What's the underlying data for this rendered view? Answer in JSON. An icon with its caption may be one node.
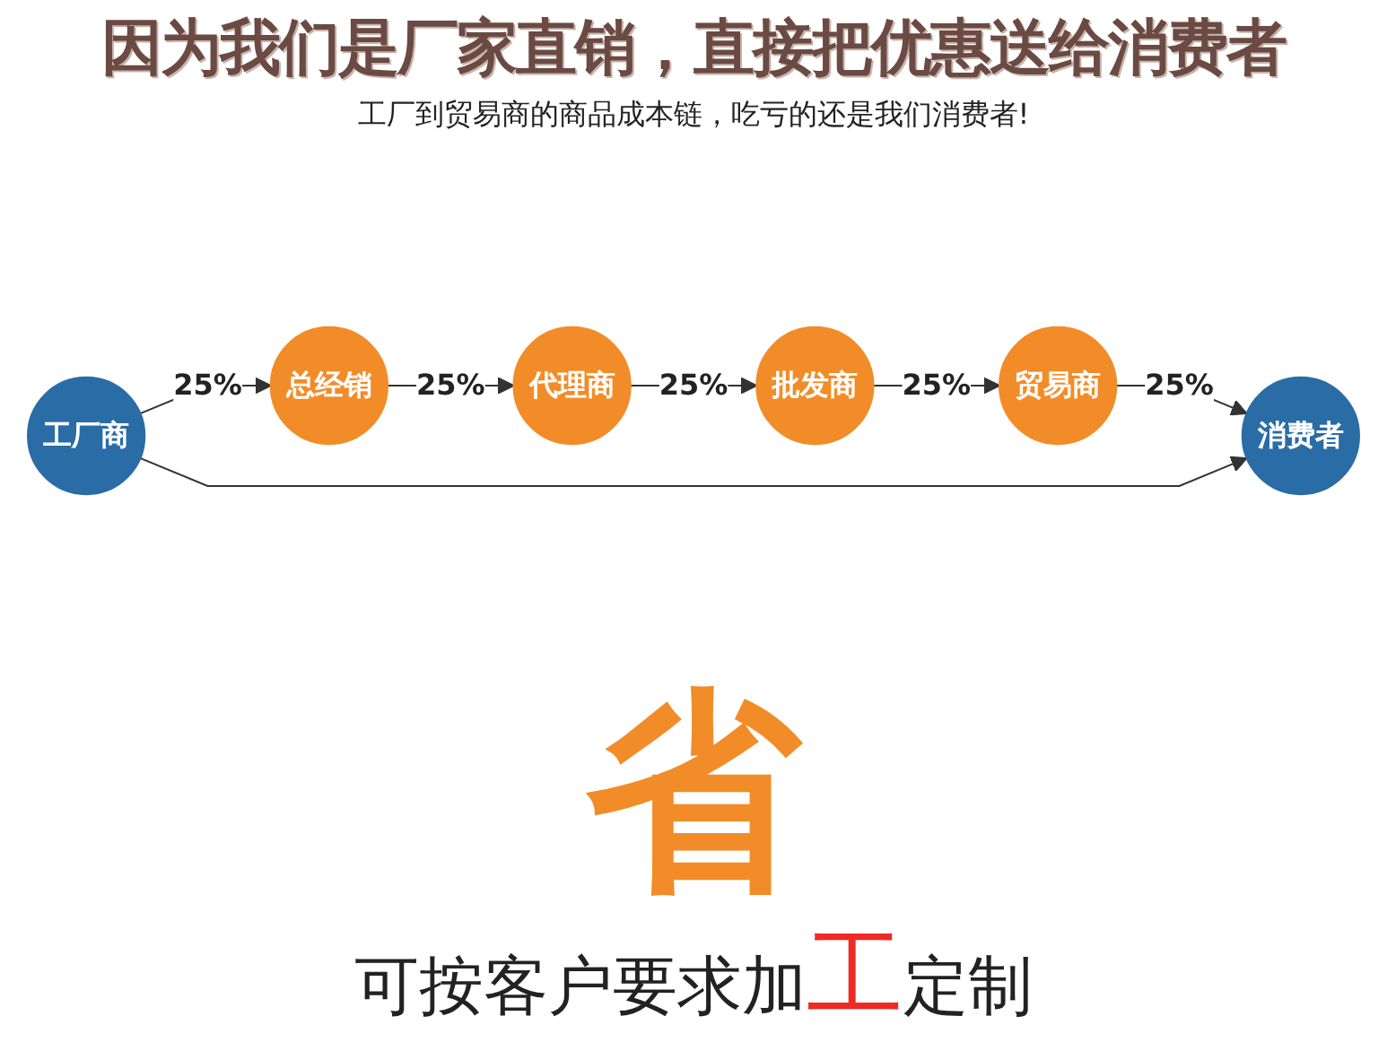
{
  "diagram": {
    "title": "因为我们是厂家直销，直接把优惠送给消费者",
    "caption": "可按客户要求加**工**定制",
    "nodes": [
      {
        "text": [
          "工厂商"
        ]
      },
      {
        "text": [
          "总经销"
        ]
      },
      {
        "text": [
          "代理商"
        ]
      },
      {
        "text": [
          "批发商"
        ]
      },
      {
        "text": [
          "贸易商"
        ]
      },
      {
        "text": [
          "消费者"
        ]
      }
    ],
    "edges": [
      {
        "from": 0,
        "to": 1,
        "arrow": "to",
        "label": "25%"
      },
      {
        "from": 1,
        "to": 2,
        "arrow": "to",
        "label": "25%"
      },
      {
        "from": 2,
        "to": 3,
        "arrow": "to",
        "label": "25%"
      },
      {
        "from": 3,
        "to": 4,
        "arrow": "to",
        "label": "25%"
      },
      {
        "from": 4,
        "to": 5,
        "arrow": "to",
        "label": "25%"
      },
      {
        "from": 0,
        "to": 5,
        "arrow": "to"
      }
    ],
    "labels": [
      "工厂到贸易商的商品成本链，吃亏的还是我们消费者!",
      "省"
    ]
  }
}
